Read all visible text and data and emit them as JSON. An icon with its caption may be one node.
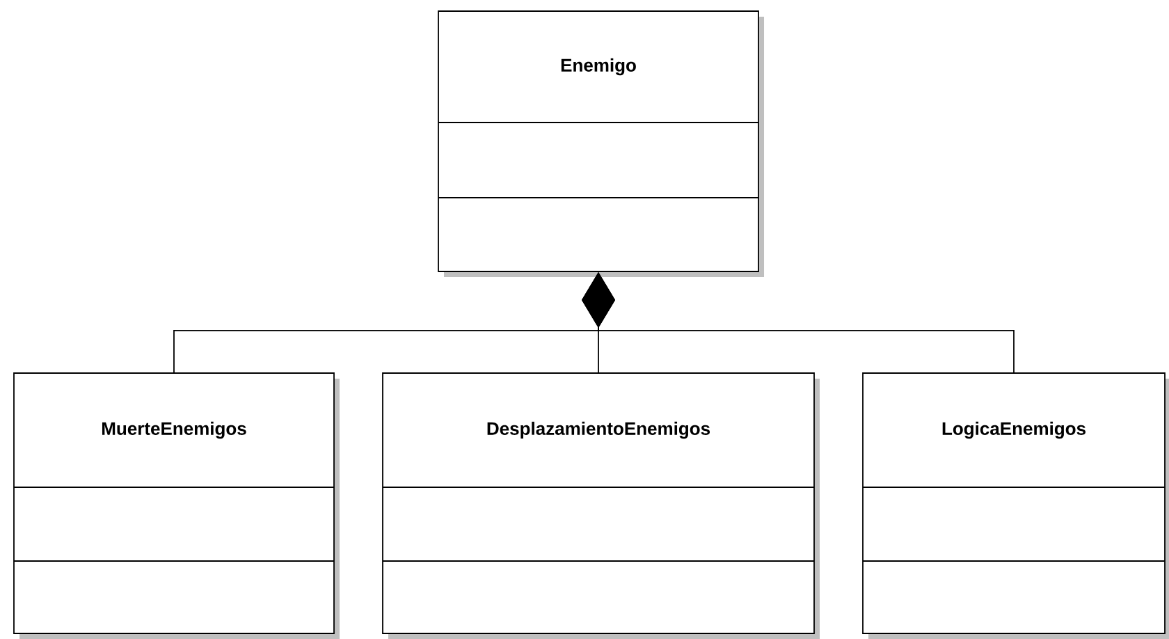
{
  "diagram": {
    "nodes": [
      {
        "text": [
          "Enemigo"
        ]
      },
      {
        "text": [
          "MuerteEnemigos"
        ]
      },
      {
        "text": [
          "DesplazamientoEnemigos"
        ]
      },
      {
        "text": [
          "LogicaEnemigos"
        ]
      }
    ],
    "edges": [
      {
        "from": 1,
        "to": 0,
        "arrow": "other"
      },
      {
        "from": 2,
        "to": 0,
        "arrow": "other"
      },
      {
        "from": 3,
        "to": 0,
        "arrow": "other"
      }
    ]
  }
}
